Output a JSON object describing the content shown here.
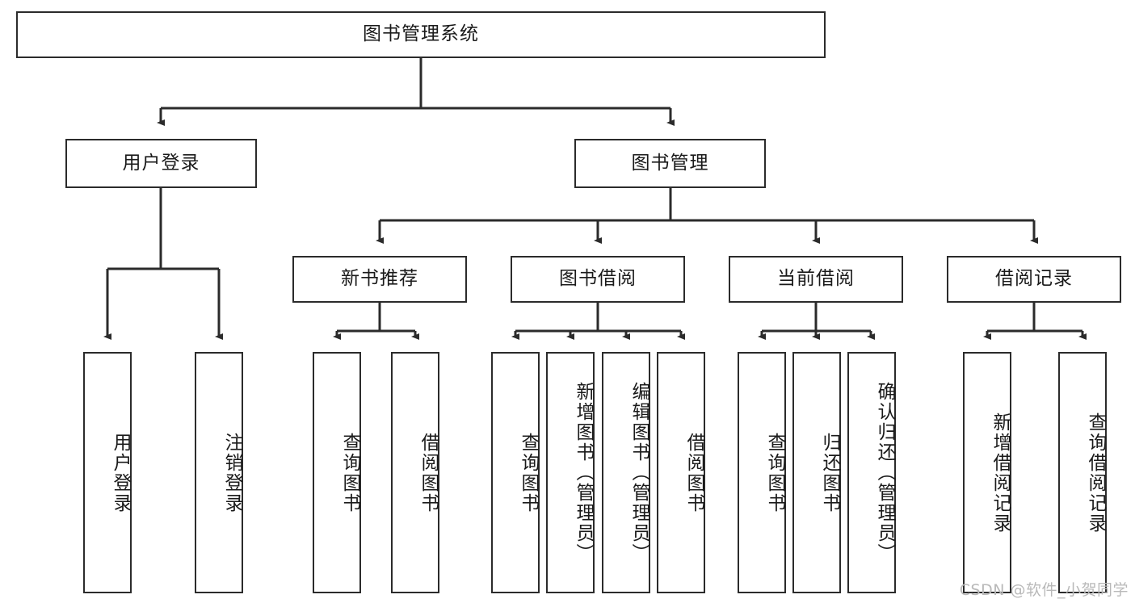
{
  "diagram": {
    "title": "图书管理系统",
    "type": "tree-hierarchy-functional-decomposition",
    "root": {
      "label": "图书管理系统"
    },
    "level2": [
      {
        "label": "用户登录"
      },
      {
        "label": "图书管理"
      }
    ],
    "level3": [
      {
        "label": "新书推荐"
      },
      {
        "label": "图书借阅"
      },
      {
        "label": "当前借阅"
      },
      {
        "label": "借阅记录"
      }
    ],
    "leaves": {
      "user_login": [
        {
          "label": "用户登录"
        },
        {
          "label": "注销登录"
        }
      ],
      "new_book_recommend": [
        {
          "label": "查询图书"
        },
        {
          "label": "借阅图书"
        }
      ],
      "book_borrow": [
        {
          "label": "查询图书"
        },
        {
          "label": "新增图书（管理员）"
        },
        {
          "label": "编辑图书（管理员）"
        },
        {
          "label": "借阅图书"
        }
      ],
      "current_borrow": [
        {
          "label": "查询图书"
        },
        {
          "label": "归还图书"
        },
        {
          "label": "确认归还（管理员）"
        }
      ],
      "borrow_record": [
        {
          "label": "新增借阅记录"
        },
        {
          "label": "查询借阅记录"
        }
      ]
    }
  },
  "watermark": {
    "text": "CSDN @软件_小贺同学"
  },
  "colors": {
    "stroke": "#2b2b2b",
    "background": "#ffffff",
    "text": "#1a1a1a",
    "watermark": "#b9b9b9"
  }
}
